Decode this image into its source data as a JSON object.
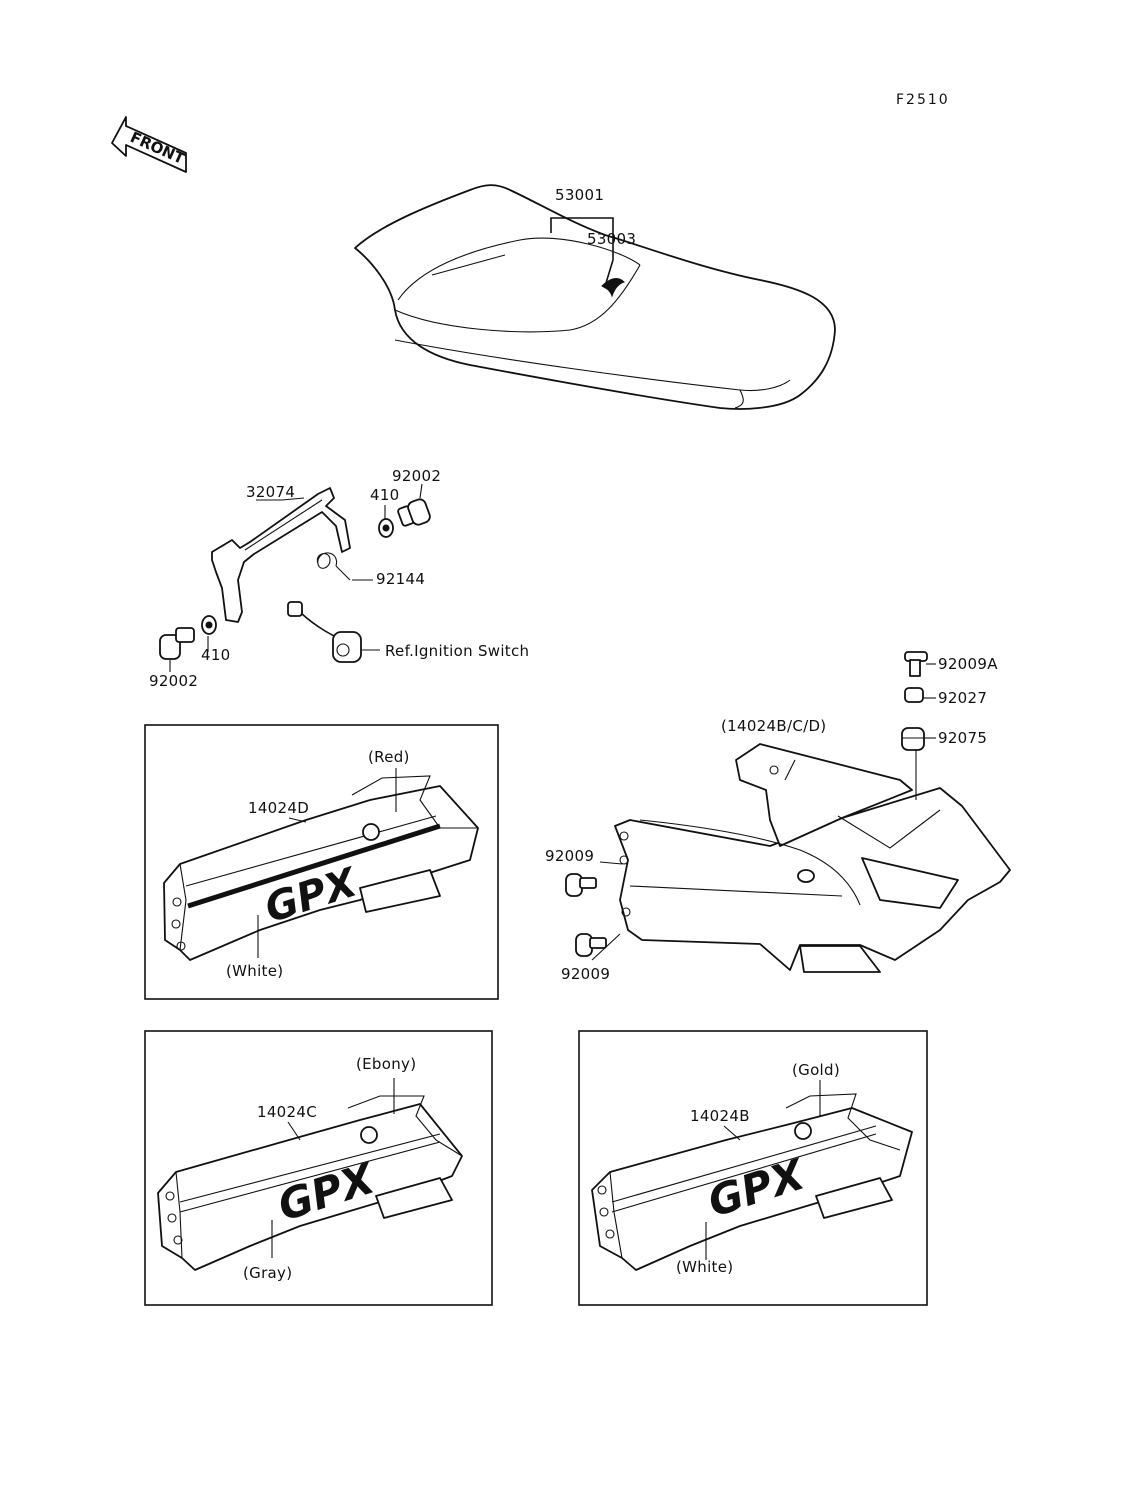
{
  "diagram_code": "F2510",
  "front_arrow": "FRONT",
  "seat": {
    "labels": [
      "53001",
      "53003"
    ]
  },
  "hinge": {
    "labels": [
      "32074",
      "410",
      "92002",
      "92144",
      "410",
      "92002"
    ],
    "ref_label": "Ref.Ignition Switch"
  },
  "tail_cover": {
    "label": "(14024B/C/D)",
    "fasteners": [
      "92009A",
      "92027",
      "92075",
      "92009",
      "92009"
    ]
  },
  "variants": [
    {
      "part": "14024D",
      "stripe_color": "(Red)",
      "body_color": "(White)",
      "logo": "GPX"
    },
    {
      "part": "14024C",
      "stripe_color": "(Ebony)",
      "body_color": "(Gray)",
      "logo": "GPX"
    },
    {
      "part": "14024B",
      "stripe_color": "(Gold)",
      "body_color": "(White)",
      "logo": "GPX"
    }
  ]
}
